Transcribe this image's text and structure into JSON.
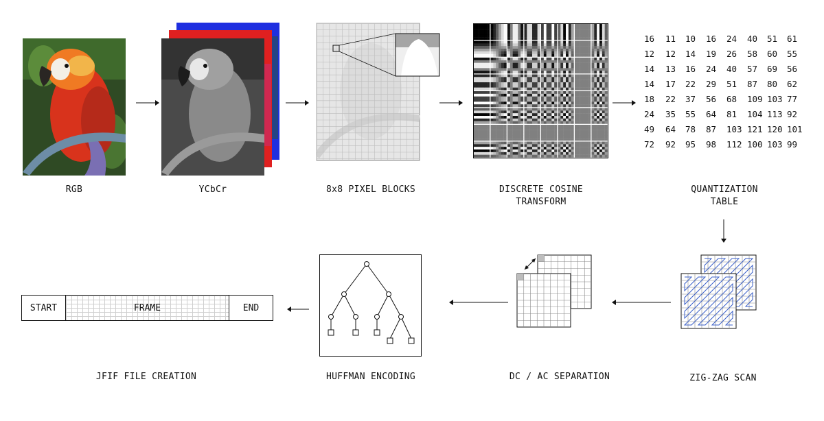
{
  "stages": {
    "rgb": "RGB",
    "ycbcr": "YCbCr",
    "blocks": "8x8 PIXEL BLOCKS",
    "dct_line1": "DISCRETE COSINE",
    "dct_line2": "TRANSFORM",
    "quant_line1": "QUANTIZATION",
    "quant_line2": "TABLE",
    "zigzag": "ZIG-ZAG SCAN",
    "dcac": "DC / AC SEPARATION",
    "huffman": "HUFFMAN ENCODING",
    "jfif": "JFIF FILE CREATION"
  },
  "quantization_table": [
    [
      16,
      11,
      10,
      16,
      24,
      40,
      51,
      61
    ],
    [
      12,
      12,
      14,
      19,
      26,
      58,
      60,
      55
    ],
    [
      14,
      13,
      16,
      24,
      40,
      57,
      69,
      56
    ],
    [
      14,
      17,
      22,
      29,
      51,
      87,
      80,
      62
    ],
    [
      18,
      22,
      37,
      56,
      68,
      109,
      103,
      77
    ],
    [
      24,
      35,
      55,
      64,
      81,
      104,
      113,
      92
    ],
    [
      49,
      64,
      78,
      87,
      103,
      121,
      120,
      101
    ],
    [
      72,
      92,
      95,
      98,
      112,
      100,
      103,
      99
    ]
  ],
  "jfif_file": {
    "start": "START",
    "frame": "FRAME",
    "end": "END"
  },
  "colors": {
    "line": "#111111",
    "grid": "#bdbdbd",
    "zigzag": "#3a5fc8",
    "y_channel": "#7a7a7a",
    "cb_channel": "#e02020",
    "cr_channel": "#1f2fe0"
  }
}
